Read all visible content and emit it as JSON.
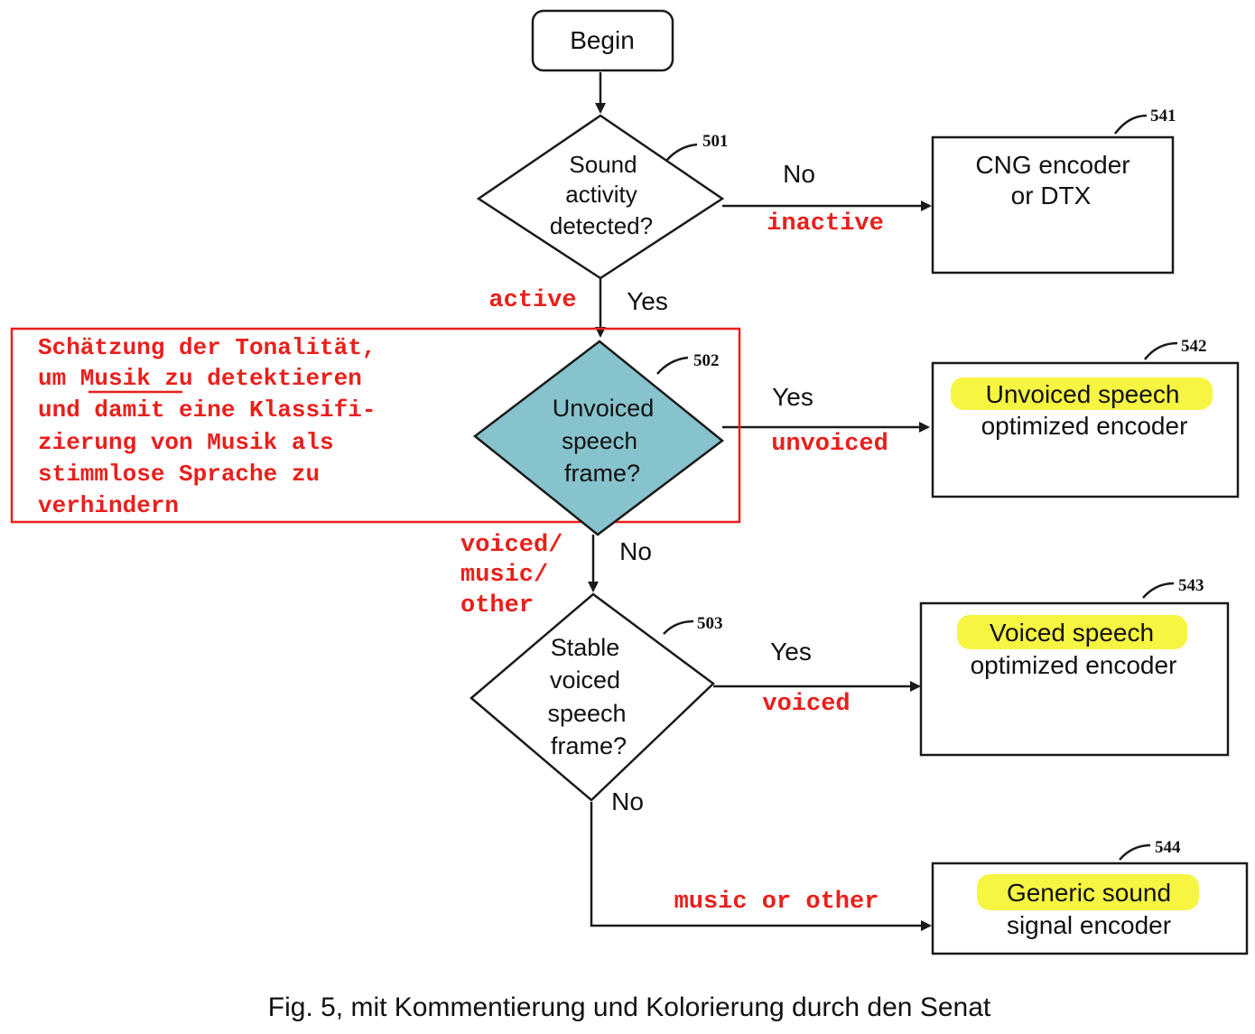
{
  "colors": {
    "annotation_red": "#e8201c",
    "highlight_yellow": "#f6f542",
    "decision_fill_502": "#86c3cc",
    "line_black": "#1a1a1a"
  },
  "nodes": {
    "begin": {
      "label": "Begin"
    },
    "d501": {
      "ref": "501",
      "lines": [
        "Sound",
        "activity",
        "detected?"
      ]
    },
    "d502": {
      "ref": "502",
      "lines": [
        "Unvoiced",
        "speech",
        "frame?"
      ]
    },
    "d503": {
      "ref": "503",
      "lines": [
        "Stable",
        "voiced",
        "speech",
        "frame?"
      ]
    },
    "b541": {
      "ref": "541",
      "lines": [
        "CNG encoder",
        "or DTX"
      ]
    },
    "b542": {
      "ref": "542",
      "lines": [
        "Unvoiced speech",
        "optimized encoder"
      ]
    },
    "b543": {
      "ref": "543",
      "lines": [
        "Voiced speech",
        "optimized encoder"
      ]
    },
    "b544": {
      "ref": "544",
      "lines": [
        "Generic sound",
        "signal encoder"
      ]
    }
  },
  "edge_labels": {
    "e501_no": "No",
    "e501_inactive": "inactive",
    "e501_yes": "Yes",
    "e501_active": "active",
    "e502_yes": "Yes",
    "e502_unvoiced": "unvoiced",
    "e502_no": "No",
    "e502_voiced_music_other": [
      "voiced/",
      "music/",
      "other"
    ],
    "e503_yes": "Yes",
    "e503_voiced": "voiced",
    "e503_no": "No",
    "e503_music_or_other": "music or other"
  },
  "annotation": {
    "lines": [
      "Schätzung der Tonalität,",
      "um Musik zu detektieren",
      "und damit eine Klassifi-",
      "zierung von Musik als",
      "stimmlose Sprache zu",
      "verhindern"
    ]
  },
  "caption": "Fig. 5, mit Kommentierung und Kolorierung durch den Senat"
}
